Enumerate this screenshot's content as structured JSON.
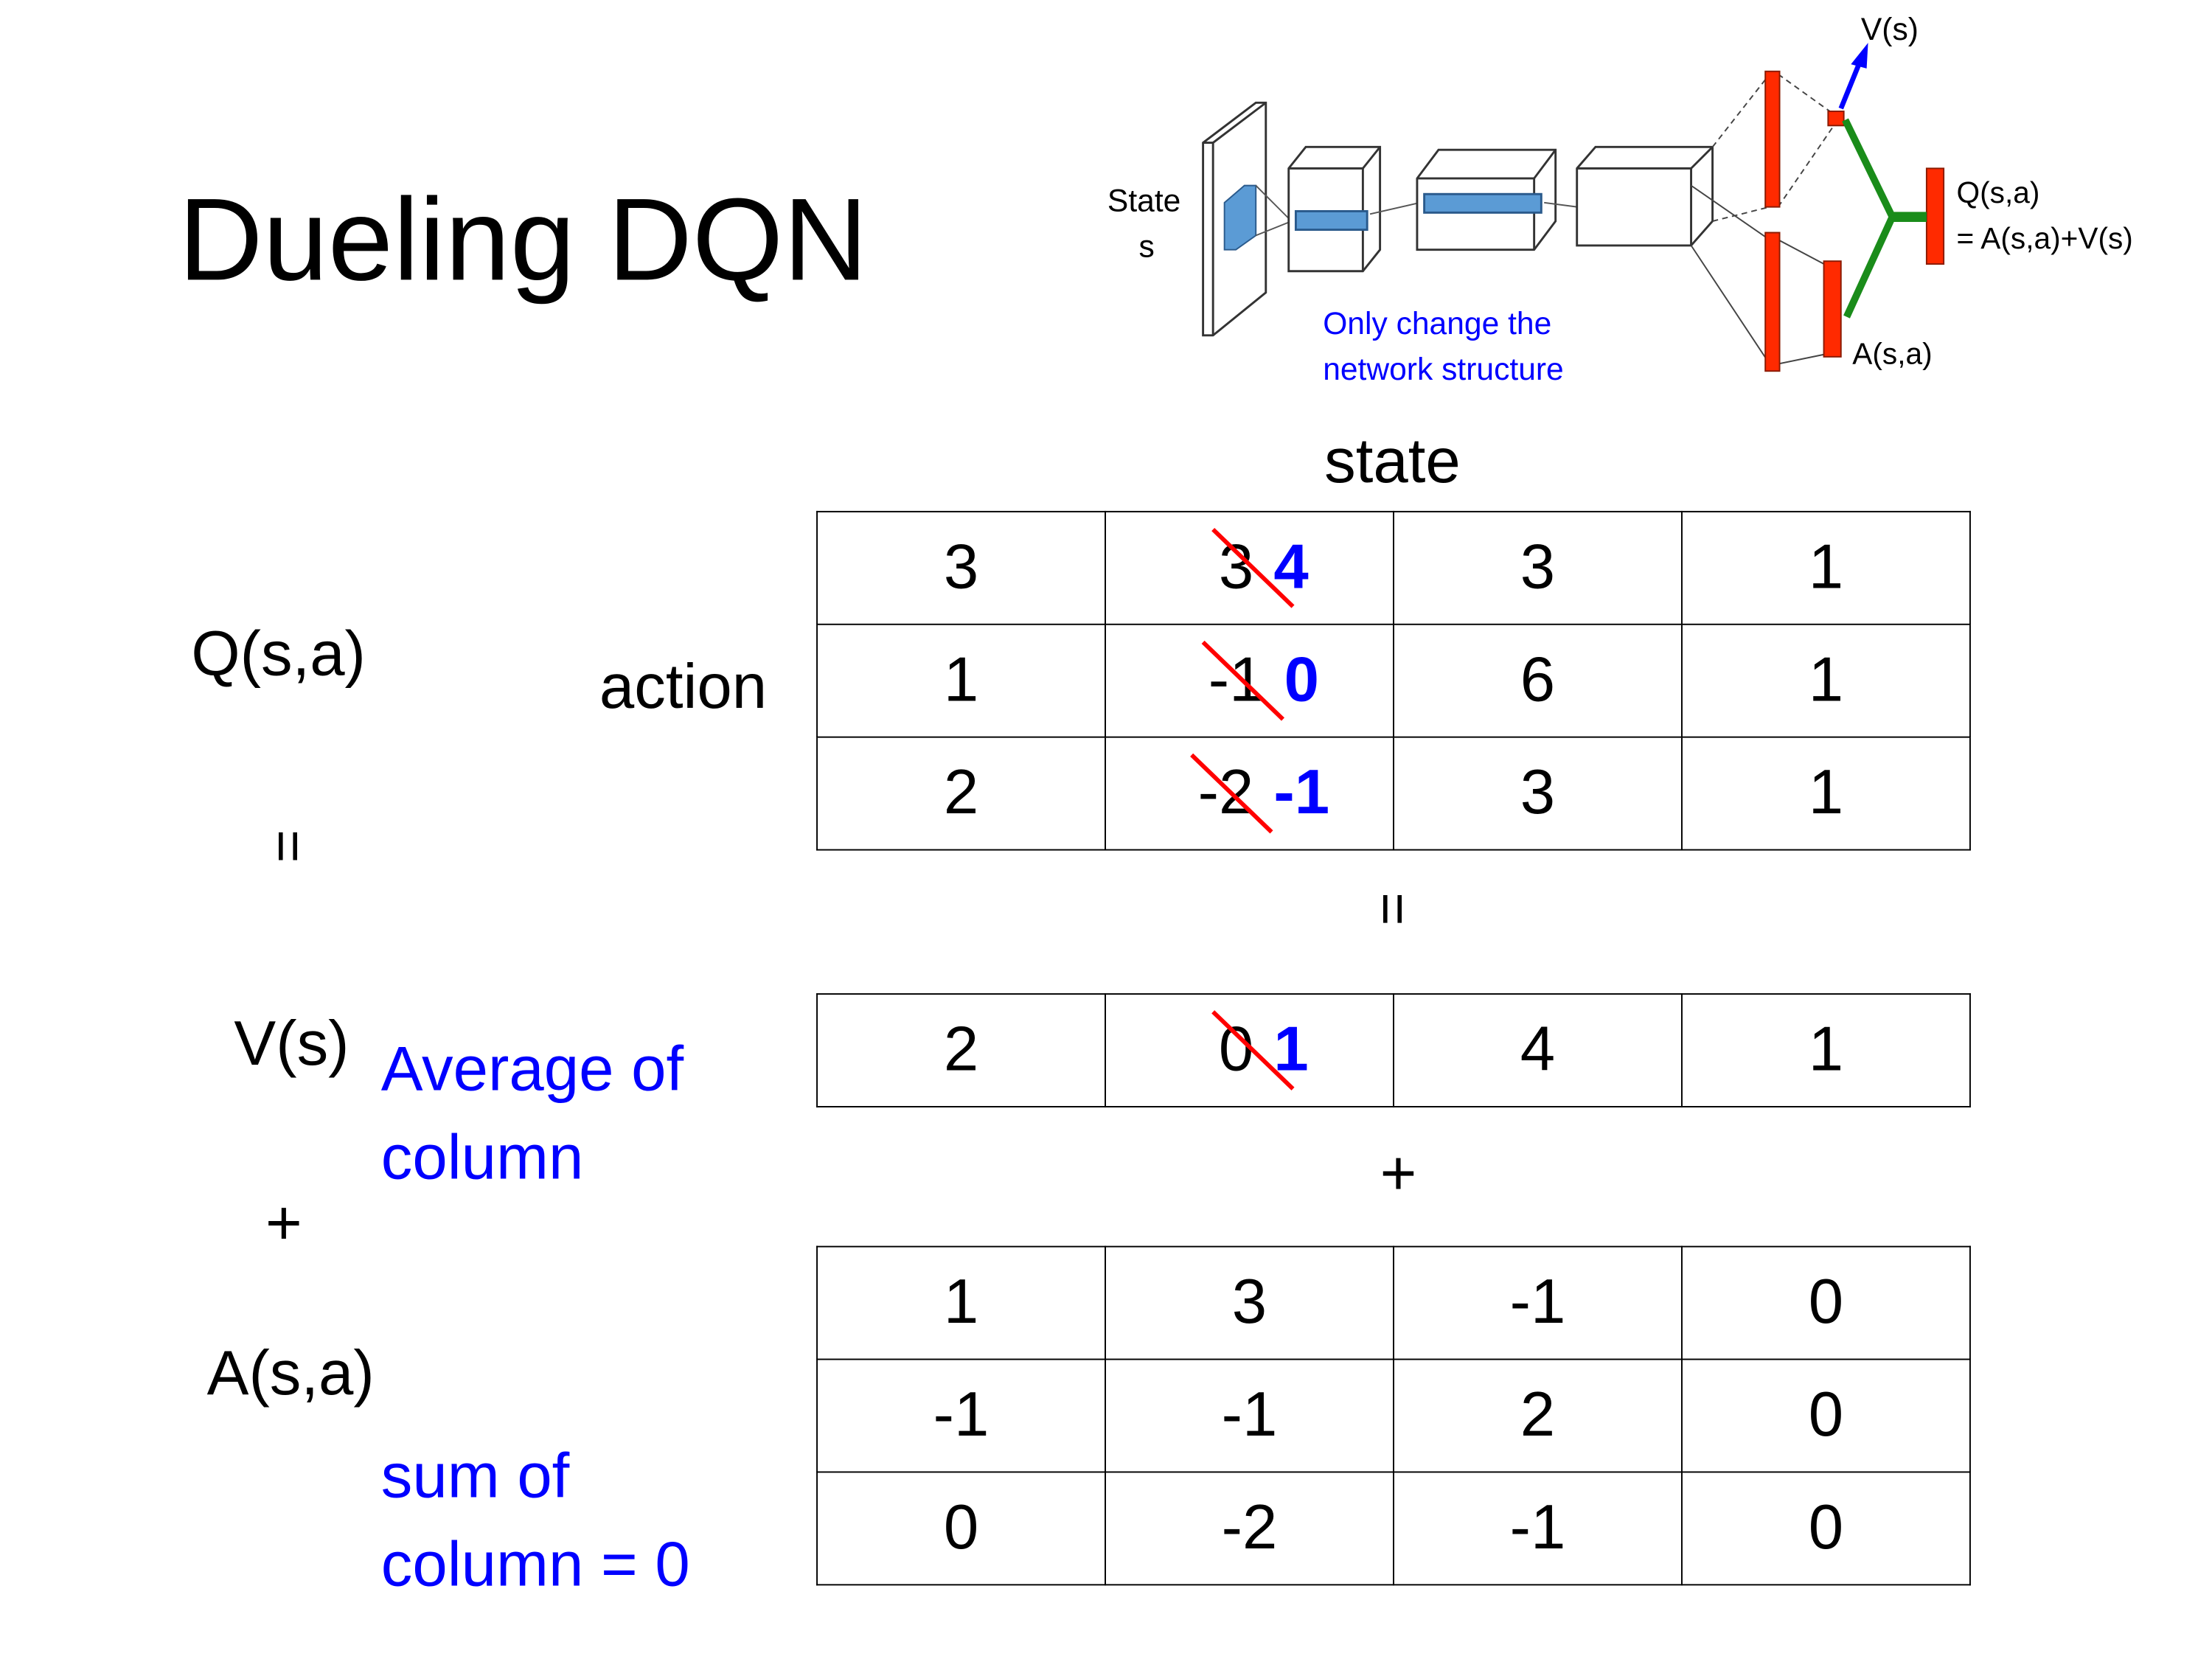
{
  "title": "Dueling DQN",
  "diagram": {
    "state_label": "State",
    "state_symbol": "s",
    "v_label": "V(s)",
    "q_label": "Q(s,a)",
    "q_formula": "= A(s,a)+V(s)",
    "a_label": "A(s,a)",
    "note_line1": "Only change the",
    "note_line2": "network structure",
    "colors": {
      "layer": "#5b9bd5",
      "stream": "#ff2a00",
      "v_arrow": "#0000ff",
      "merge": "#1a8c1a",
      "note": "#0000ff"
    }
  },
  "labels": {
    "state": "state",
    "action": "action",
    "q": "Q(s,a)",
    "equals": "=",
    "v": "V(s)",
    "plus": "+",
    "a": "A(s,a)",
    "avg_line1": "Average of",
    "avg_line2": "column",
    "sum_line1": "sum of",
    "sum_line2": "column = 0"
  },
  "tables": {
    "q": [
      [
        {
          "v": "3"
        },
        {
          "old": "3",
          "new": "4"
        },
        {
          "v": "3"
        },
        {
          "v": "1"
        }
      ],
      [
        {
          "v": "1"
        },
        {
          "old": "-1",
          "new": "0"
        },
        {
          "v": "6"
        },
        {
          "v": "1"
        }
      ],
      [
        {
          "v": "2"
        },
        {
          "old": "-2",
          "new": "-1"
        },
        {
          "v": "3"
        },
        {
          "v": "1"
        }
      ]
    ],
    "v": [
      [
        {
          "v": "2"
        },
        {
          "old": "0",
          "new": "1"
        },
        {
          "v": "4"
        },
        {
          "v": "1"
        }
      ]
    ],
    "a": [
      [
        {
          "v": "1"
        },
        {
          "v": "3"
        },
        {
          "v": "-1"
        },
        {
          "v": "0"
        }
      ],
      [
        {
          "v": "-1"
        },
        {
          "v": "-1"
        },
        {
          "v": "2"
        },
        {
          "v": "0"
        }
      ],
      [
        {
          "v": "0"
        },
        {
          "v": "-2"
        },
        {
          "v": "-1"
        },
        {
          "v": "0"
        }
      ]
    ]
  }
}
